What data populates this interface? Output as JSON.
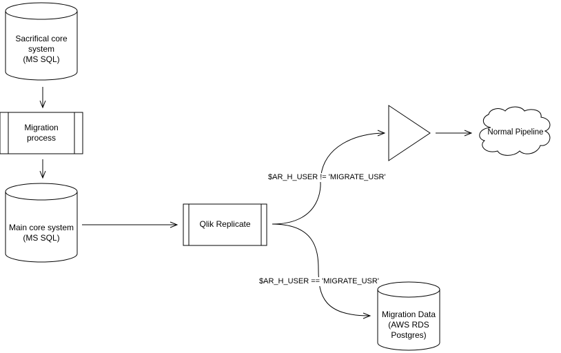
{
  "nodes": {
    "sacrificial_core": "Sacrifical core\nsystem\n(MS SQL)",
    "migration_process": "Migration\nprocess",
    "main_core": "Main core system\n(MS SQL)",
    "qlik_replicate": "Qlik Replicate",
    "normal_pipeline": "Normal Pipeline",
    "migration_data": "Migration Data\n(AWS RDS\nPostgres)"
  },
  "edges": {
    "to_pipeline_condition": "$AR_H_USER != 'MIGRATE_USR'",
    "to_migration_condition": "$AR_H_USER == 'MIGRATE_USR'"
  },
  "colors": {
    "stroke": "#000000",
    "fill": "#ffffff"
  }
}
